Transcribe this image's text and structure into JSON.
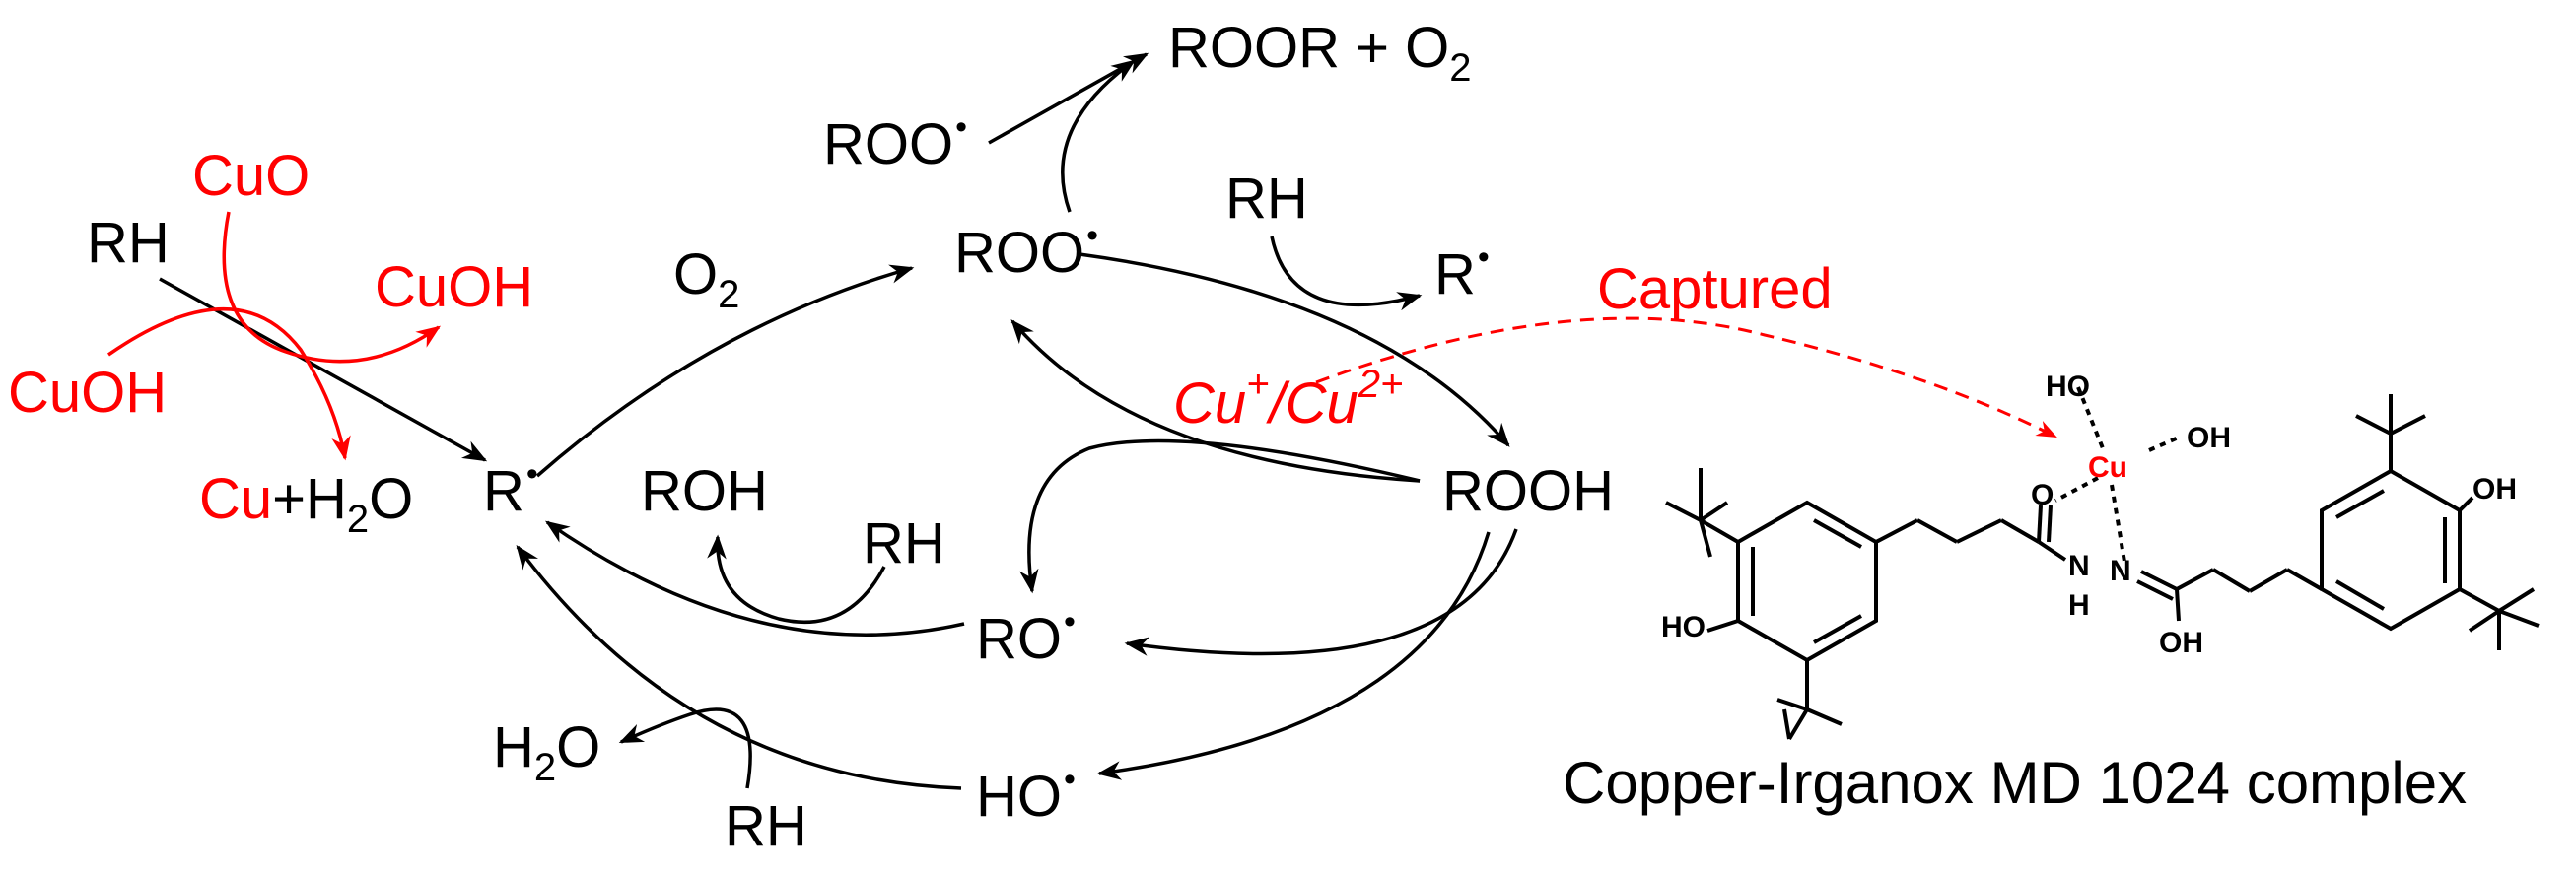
{
  "cycle": {
    "roor_o2": {
      "main": "ROOR + O",
      "sub": "2"
    },
    "roo_top": {
      "main": "ROO",
      "dot": "•"
    },
    "roo_center": {
      "main": "ROO",
      "dot": "•"
    },
    "rh_top": "RH",
    "r_dot_right": {
      "main": "R",
      "dot": "•"
    },
    "o2_label": {
      "main": "O",
      "sub": "2"
    },
    "r_center": {
      "main": "R",
      "dot": "•"
    },
    "rooh": "ROOH",
    "roh": "ROH",
    "rh_mid": "RH",
    "ro_dot": {
      "main": "RO",
      "dot": "•"
    },
    "h2o": {
      "main": "H",
      "sub": "2",
      "tail": "O"
    },
    "ho_dot": {
      "main": "HO",
      "dot": "•"
    },
    "rh_bottom": "RH"
  },
  "copper_side": {
    "rh_left": "RH",
    "cuo": "CuO",
    "cuoh_right": "CuOH",
    "cuoh_left": "CuOH",
    "cu_h2o": {
      "red": "Cu",
      "black": "+H",
      "sub": "2",
      "tail": "O"
    },
    "catalyst": {
      "cu1": "Cu",
      "sup1": "+",
      "slash": "/Cu",
      "sup2": "2+"
    },
    "captured": "Captured"
  },
  "complex": {
    "caption": "Copper-Irganox MD 1024 complex",
    "cu": "Cu",
    "ho_top": "HO",
    "oh_right": "OH",
    "o_carbonyl": "O",
    "n_left": "N",
    "h_under_n": "H",
    "n_right": "N",
    "oh_bottom": "OH",
    "ho_left_ring": "HO",
    "oh_right_ring": "OH"
  },
  "colors": {
    "highlight": "#ff0000",
    "ink": "#000000"
  }
}
